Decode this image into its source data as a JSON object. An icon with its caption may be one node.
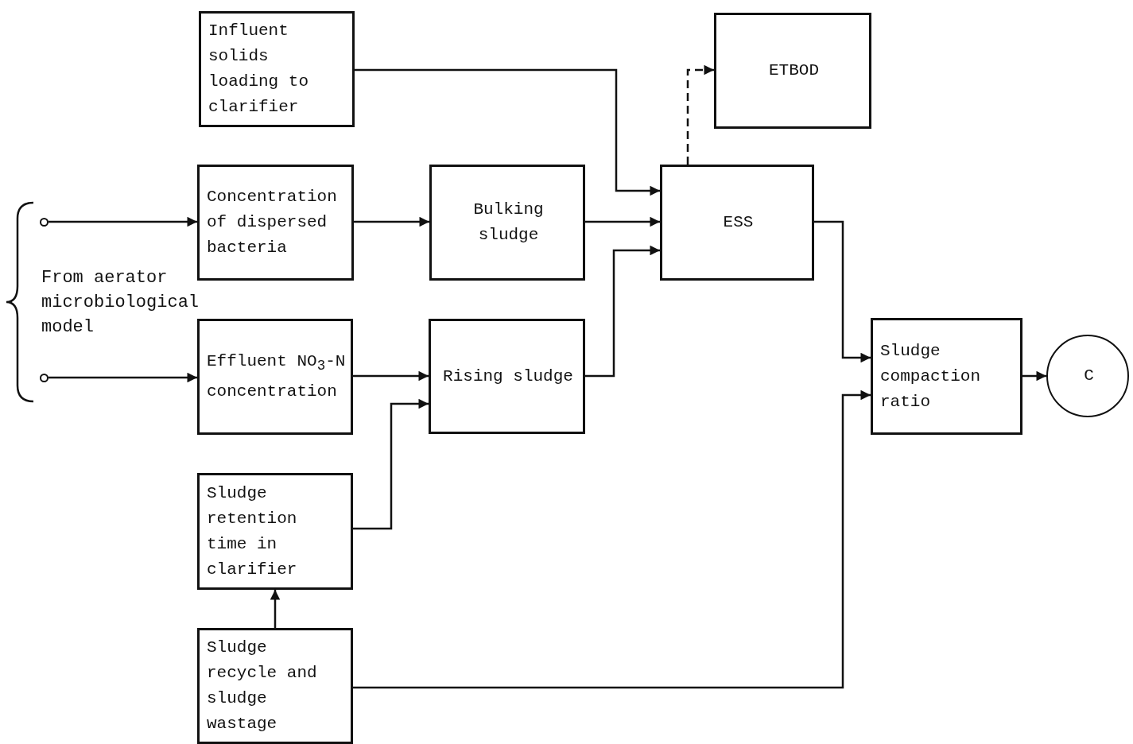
{
  "diagram": {
    "nodes": [
      {
        "text": [
          "Influent solids loading to clarifier"
        ]
      },
      {
        "text": [
          "ETBOD"
        ]
      },
      {
        "text": [
          "Concentration of dispersed bacteria"
        ]
      },
      {
        "text": [
          "Bulking sludge"
        ]
      },
      {
        "text": [
          "ESS"
        ]
      },
      {
        "text": [
          "Effluent NO$_{3}$-N concentration"
        ]
      },
      {
        "text": [
          "Rising sludge"
        ]
      },
      {
        "text": [
          "Sludge compaction ratio"
        ]
      },
      {
        "text": [
          "C"
        ]
      },
      {
        "text": [
          "Sludge retention time in clarifier"
        ]
      },
      {
        "text": [
          "Sludge recycle and sludge wastage"
        ]
      },
      {
        "text": [],
        "shape": "circle"
      },
      {
        "text": [],
        "shape": "circle"
      }
    ],
    "edges": [
      {
        "from": 0,
        "to": 4,
        "arrow": "to"
      },
      {
        "from": 2,
        "to": 3,
        "arrow": "to"
      },
      {
        "from": 3,
        "to": 4,
        "arrow": "to"
      },
      {
        "from": 6,
        "to": 4,
        "arrow": "to"
      },
      {
        "from": 4,
        "to": 1,
        "arrow": "to",
        "style": "dashed"
      },
      {
        "from": 11,
        "to": 2,
        "arrow": "to"
      },
      {
        "from": 12,
        "to": 5,
        "arrow": "to"
      },
      {
        "from": 5,
        "to": 6,
        "arrow": "to"
      },
      {
        "from": 9,
        "to": 6,
        "arrow": "to"
      },
      {
        "from": 10,
        "to": 9,
        "arrow": "to"
      },
      {
        "from": 4,
        "to": 7,
        "arrow": "to"
      },
      {
        "from": 10,
        "to": 7,
        "arrow": "to"
      },
      {
        "from": 7,
        "to": 8,
        "arrow": "to"
      }
    ],
    "labels": [
      "From aerator microbiological model"
    ]
  }
}
